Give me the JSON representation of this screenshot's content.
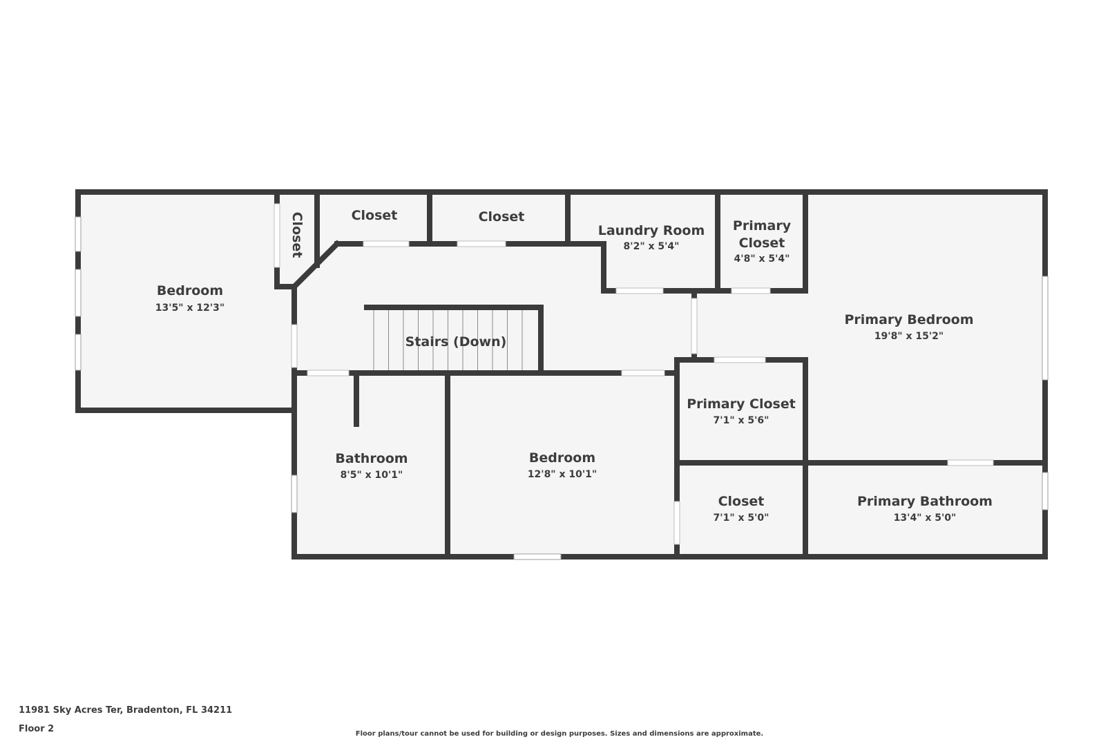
{
  "colors": {
    "wall": "#3b3b3b",
    "floor": "#f5f5f5",
    "opening": "#ffffff",
    "text": "#3d3d3d"
  },
  "rooms": {
    "bedroom_left": {
      "name": "Bedroom",
      "dims": "13'5\" x 12'3\""
    },
    "closet_small_vertical": {
      "name": "Closet"
    },
    "closet_1": {
      "name": "Closet"
    },
    "closet_2": {
      "name": "Closet"
    },
    "laundry": {
      "name": "Laundry Room",
      "dims": "8'2\" x 5'4\""
    },
    "primary_closet_top": {
      "name_line1": "Primary",
      "name_line2": "Closet",
      "dims": "4'8\" x 5'4\""
    },
    "primary_bedroom": {
      "name": "Primary Bedroom",
      "dims": "19'8\" x 15'2\""
    },
    "stairs": {
      "name": "Stairs (Down)"
    },
    "bathroom": {
      "name": "Bathroom",
      "dims": "8'5\" x 10'1\""
    },
    "bedroom_center": {
      "name": "Bedroom",
      "dims": "12'8\" x 10'1\""
    },
    "primary_closet_mid": {
      "name": "Primary Closet",
      "dims": "7'1\" x 5'6\""
    },
    "closet_bottom": {
      "name": "Closet",
      "dims": "7'1\" x 5'0\""
    },
    "primary_bathroom": {
      "name": "Primary Bathroom",
      "dims": "13'4\" x 5'0\""
    }
  },
  "footer": {
    "address": "11981 Sky Acres Ter, Bradenton, FL 34211",
    "floor": "Floor 2",
    "disclaimer": "Floor plans/tour cannot be used for building or design purposes. Sizes and dimensions are approximate."
  }
}
